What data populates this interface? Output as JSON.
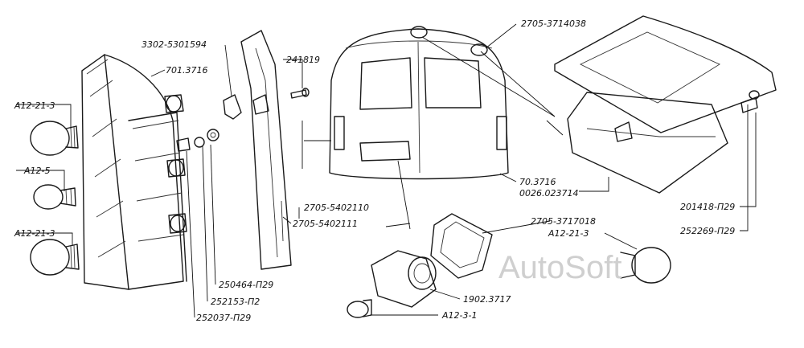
{
  "labels": {
    "a12_21_3_top": "A12-21-3",
    "a12_5": "A12-5",
    "a12_21_3_bottom": "A12-21-3",
    "part_3302": "3302-5301594",
    "part_701": "701.3716",
    "part_241819": "241819",
    "part_2705_3714038": "2705-3714038",
    "part_70_3716": "70.3716",
    "part_0026": "0026.023714",
    "part_2705_5402110": "2705-5402110",
    "part_2705_5402111": "2705-5402111",
    "part_2705_3717018": "2705-3717018",
    "part_a12_21_3_right": "A12-21-3",
    "part_201418": "201418-П29",
    "part_252269": "252269-П29",
    "part_250464": "250464-П29",
    "part_252153": "252153-П2",
    "part_252037": "252037-П29",
    "part_1902": "1902.3717",
    "part_a12_3_1": "A12-3-1"
  },
  "watermark": "AutoSoft"
}
